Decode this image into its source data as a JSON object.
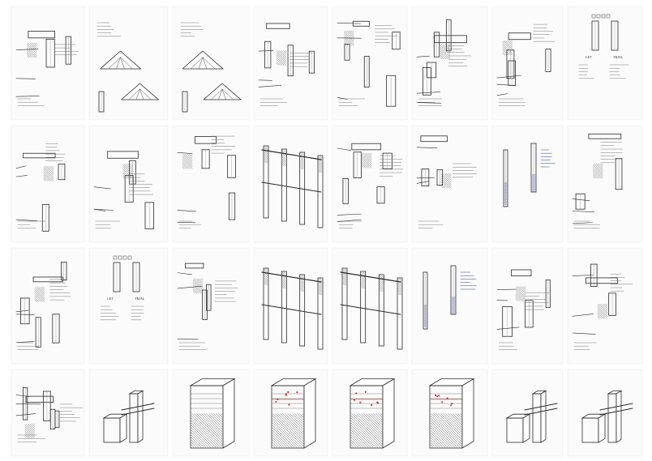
{
  "board": {
    "background": "#ffffff",
    "sheet_color": "#fbfbfb",
    "ink_color": "#2a2a2a",
    "accent_red": "#d0352c",
    "accent_blue": "#2b3f9a"
  },
  "sheets": [
    {
      "row": 0,
      "col": 0,
      "icon": "timber-beam-section-sketch",
      "notes": []
    },
    {
      "row": 0,
      "col": 1,
      "icon": "roof-truss-isometric-sketch",
      "notes": []
    },
    {
      "row": 0,
      "col": 2,
      "icon": "pitched-roof-frames-sketch",
      "notes": []
    },
    {
      "row": 0,
      "col": 3,
      "icon": "rafter-joint-sketch",
      "notes": []
    },
    {
      "row": 0,
      "col": 4,
      "icon": "house-facade-detail-sketch",
      "notes": []
    },
    {
      "row": 0,
      "col": 5,
      "icon": "beam-connection-detail-sketch",
      "notes": []
    },
    {
      "row": 0,
      "col": 6,
      "icon": "column-base-sketch",
      "notes": []
    },
    {
      "row": 0,
      "col": 7,
      "icon": "joint-legend-sketch",
      "notes": [
        "LET",
        "TRIAL"
      ]
    },
    {
      "row": 1,
      "col": 0,
      "icon": "bracket-joint-sketch",
      "notes": []
    },
    {
      "row": 1,
      "col": 1,
      "icon": "post-bracket-sketch",
      "notes": []
    },
    {
      "row": 1,
      "col": 2,
      "icon": "connector-steel-sketch",
      "notes": []
    },
    {
      "row": 1,
      "col": 3,
      "icon": "lattice-frame-sketch",
      "notes": []
    },
    {
      "row": 1,
      "col": 4,
      "icon": "wall-post-detail-sketch",
      "notes": []
    },
    {
      "row": 1,
      "col": 5,
      "icon": "roof-edge-detail-sketch",
      "notes": []
    },
    {
      "row": 1,
      "col": 6,
      "icon": "blue-ink-profile-sketch",
      "notes": []
    },
    {
      "row": 1,
      "col": 7,
      "icon": "post-connection-sketch",
      "notes": []
    },
    {
      "row": 2,
      "col": 0,
      "icon": "bench-joint-sketch",
      "notes": []
    },
    {
      "row": 2,
      "col": 1,
      "icon": "joint-legend-sketch",
      "notes": [
        "LET",
        "TRIAL"
      ]
    },
    {
      "row": 2,
      "col": 2,
      "icon": "column-capital-sketch",
      "notes": []
    },
    {
      "row": 2,
      "col": 3,
      "icon": "colonnade-frame-sketch",
      "notes": []
    },
    {
      "row": 2,
      "col": 4,
      "icon": "isometric-frame-grid-sketch",
      "notes": []
    },
    {
      "row": 2,
      "col": 5,
      "icon": "blue-ink-section-sketch",
      "notes": []
    },
    {
      "row": 2,
      "col": 6,
      "icon": "table-frame-sketch",
      "notes": []
    },
    {
      "row": 2,
      "col": 7,
      "icon": "column-assembly-sketch",
      "notes": []
    },
    {
      "row": 3,
      "col": 0,
      "icon": "steel-plate-column-sketch",
      "notes": []
    },
    {
      "row": 3,
      "col": 1,
      "icon": "beam-on-post-sketch",
      "notes": []
    },
    {
      "row": 3,
      "col": 2,
      "icon": "hatched-column-sketch",
      "notes": []
    },
    {
      "row": 3,
      "col": 3,
      "icon": "hatched-column-red-sketch",
      "notes": []
    },
    {
      "row": 3,
      "col": 4,
      "icon": "hatched-column-red-sketch",
      "notes": []
    },
    {
      "row": 3,
      "col": 5,
      "icon": "hatched-column-red-sketch",
      "notes": []
    },
    {
      "row": 3,
      "col": 6,
      "icon": "mortise-tenon-sketch",
      "notes": []
    },
    {
      "row": 3,
      "col": 7,
      "icon": "timber-post-joint-sketch",
      "notes": []
    }
  ]
}
